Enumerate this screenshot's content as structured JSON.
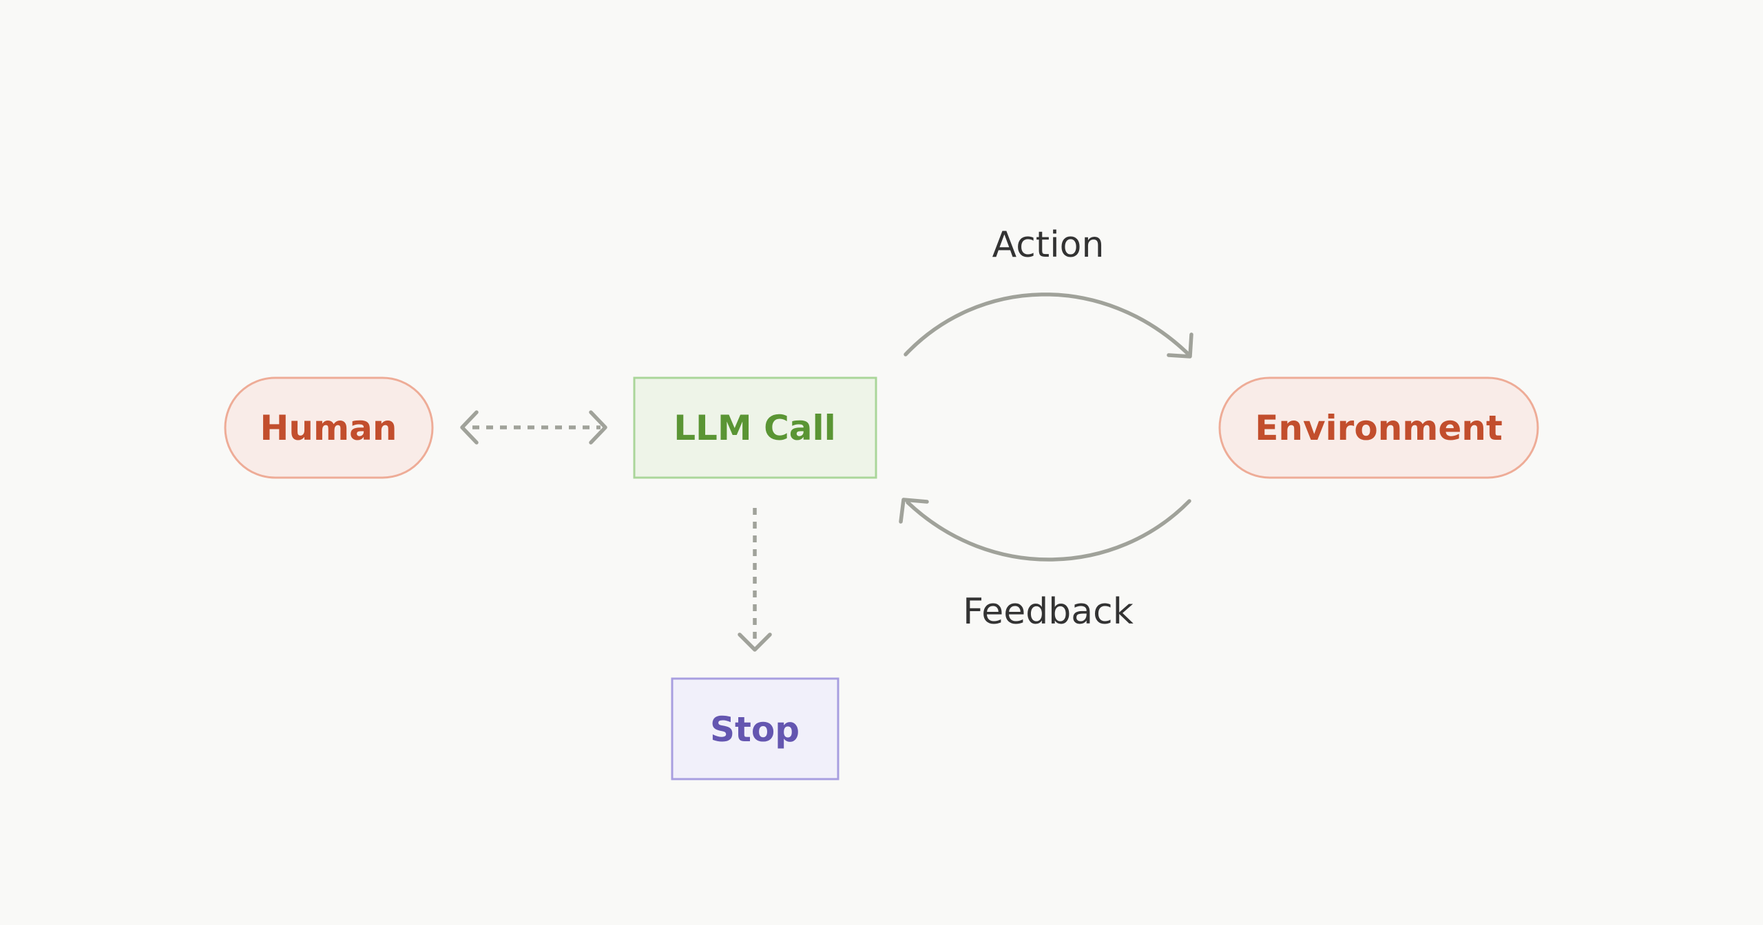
{
  "nodes": {
    "human": {
      "label": "Human"
    },
    "llm_call": {
      "label": "LLM Call"
    },
    "environment": {
      "label": "Environment"
    },
    "stop": {
      "label": "Stop"
    }
  },
  "edges": {
    "action": {
      "label": "Action"
    },
    "feedback": {
      "label": "Feedback"
    }
  },
  "colors": {
    "background": "#f9f9f7",
    "human_env_fill": "#f9ece8",
    "human_env_stroke": "#eeac97",
    "human_env_text": "#c24e2d",
    "llm_fill": "#eef4e8",
    "llm_stroke": "#aad69a",
    "llm_text": "#5a9534",
    "stop_fill": "#f1f0fa",
    "stop_stroke": "#a89ee0",
    "stop_text": "#6456b0",
    "connector": "#a0a29a",
    "edge_text": "#333333"
  }
}
